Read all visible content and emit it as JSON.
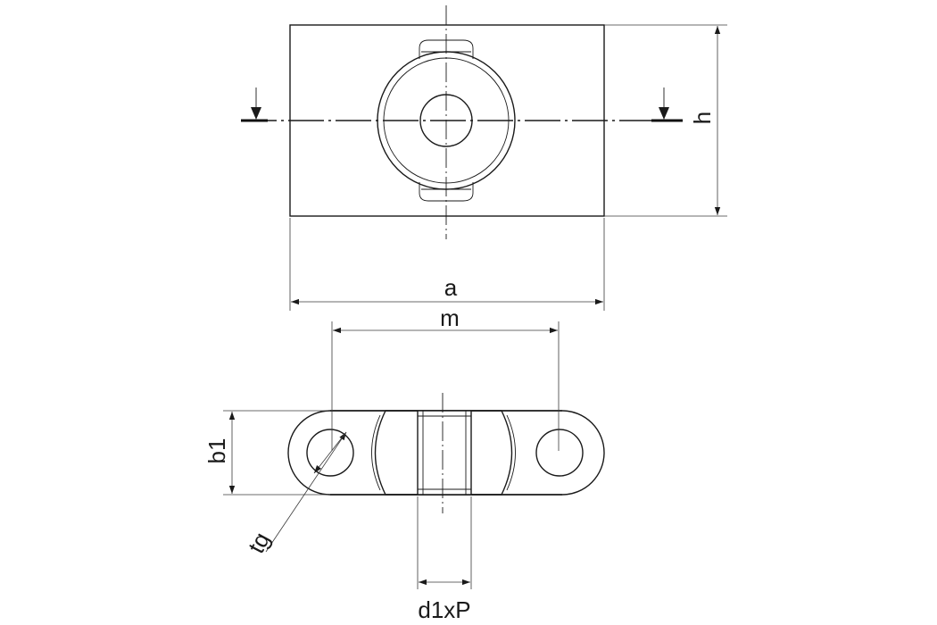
{
  "labels": {
    "a": "a",
    "m": "m",
    "h": "h",
    "b1": "b1",
    "tg": "tg",
    "d1xP": "d1xP"
  }
}
